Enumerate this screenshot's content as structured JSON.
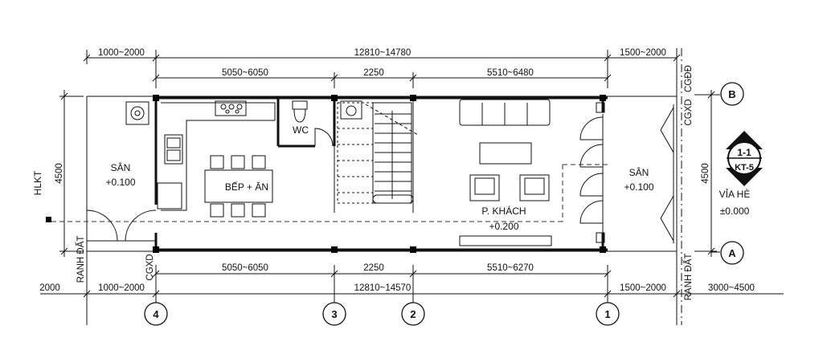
{
  "dimensions": {
    "top_total": "12810~14780",
    "top_front_yard": "1000~2000",
    "top_back_yard": "1500~2000",
    "top_seg_kitchen": "5050~6050",
    "top_seg_stair": "2250",
    "top_seg_living": "5510~6480",
    "bottom_seg_kitchen": "5050~6050",
    "bottom_seg_stair": "2250",
    "bottom_seg_living": "5510~6270",
    "bottom_total": "12810~14570",
    "bottom_left_edge": "2000",
    "bottom_front_yard": "1000~2000",
    "bottom_back_yard": "1500~2000",
    "bottom_right_edge": "3000~4500",
    "left_width": "4500",
    "right_width": "4500"
  },
  "labels": {
    "hlkt": "HLKT",
    "ranh_dat_left": "RANH ĐẤT",
    "cgxd_left": "CGXD",
    "cgxd_right": "CGXD",
    "cgdd": "CGĐĐ",
    "ranh_dat_right": "RANH ĐẤT"
  },
  "rooms": {
    "yard_left_name": "SÂN",
    "yard_left_level": "+0.100",
    "kitchen": "BẾP + ĂN",
    "wc": "WC",
    "living_name": "P. KHÁCH",
    "living_level": "+0.200",
    "yard_right_name": "SÂN",
    "yard_right_level": "+0.100",
    "sidewalk_name": "VỈA HÈ",
    "sidewalk_level": "±0.000"
  },
  "section_mark": {
    "number": "1-1",
    "sheet": "KT-5"
  },
  "grid_rows": [
    "B",
    "A"
  ],
  "grid_cols": [
    "4",
    "3",
    "2",
    "1"
  ]
}
